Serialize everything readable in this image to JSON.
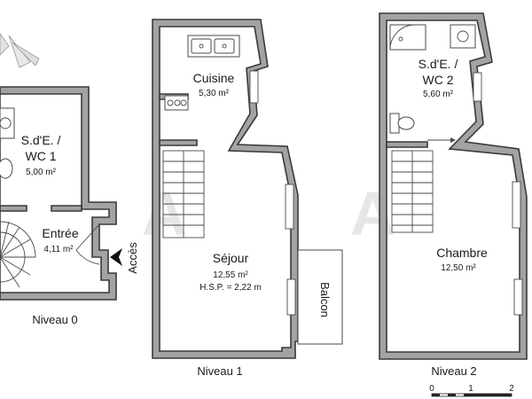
{
  "levels": [
    {
      "label": "Niveau 0",
      "rooms": [
        {
          "name_lines": [
            "S.d'E. /",
            "WC 1"
          ],
          "area": "5,00 m²"
        },
        {
          "name_lines": [
            "Entrée"
          ],
          "area": "4,11 m²"
        }
      ],
      "access_label": "Accès"
    },
    {
      "label": "Niveau 1",
      "rooms": [
        {
          "name_lines": [
            "Cuisine"
          ],
          "area": "5,30 m²"
        },
        {
          "name_lines": [
            "Séjour"
          ],
          "area": "12,55 m²",
          "extra": "H.S.P. = 2,22 m"
        },
        {
          "name_lines": [
            "Balcon"
          ]
        }
      ]
    },
    {
      "label": "Niveau 2",
      "rooms": [
        {
          "name_lines": [
            "S.d'E. /",
            "WC 2"
          ],
          "area": "5,60 m²"
        },
        {
          "name_lines": [
            "Chambre"
          ],
          "area": "12,50 m²"
        }
      ]
    }
  ],
  "scale": {
    "ticks": [
      "0",
      "1",
      "2"
    ]
  },
  "colors": {
    "wall": "#a3a3a3",
    "line": "#3a3a3a",
    "watermark": "#e6e6e6"
  }
}
